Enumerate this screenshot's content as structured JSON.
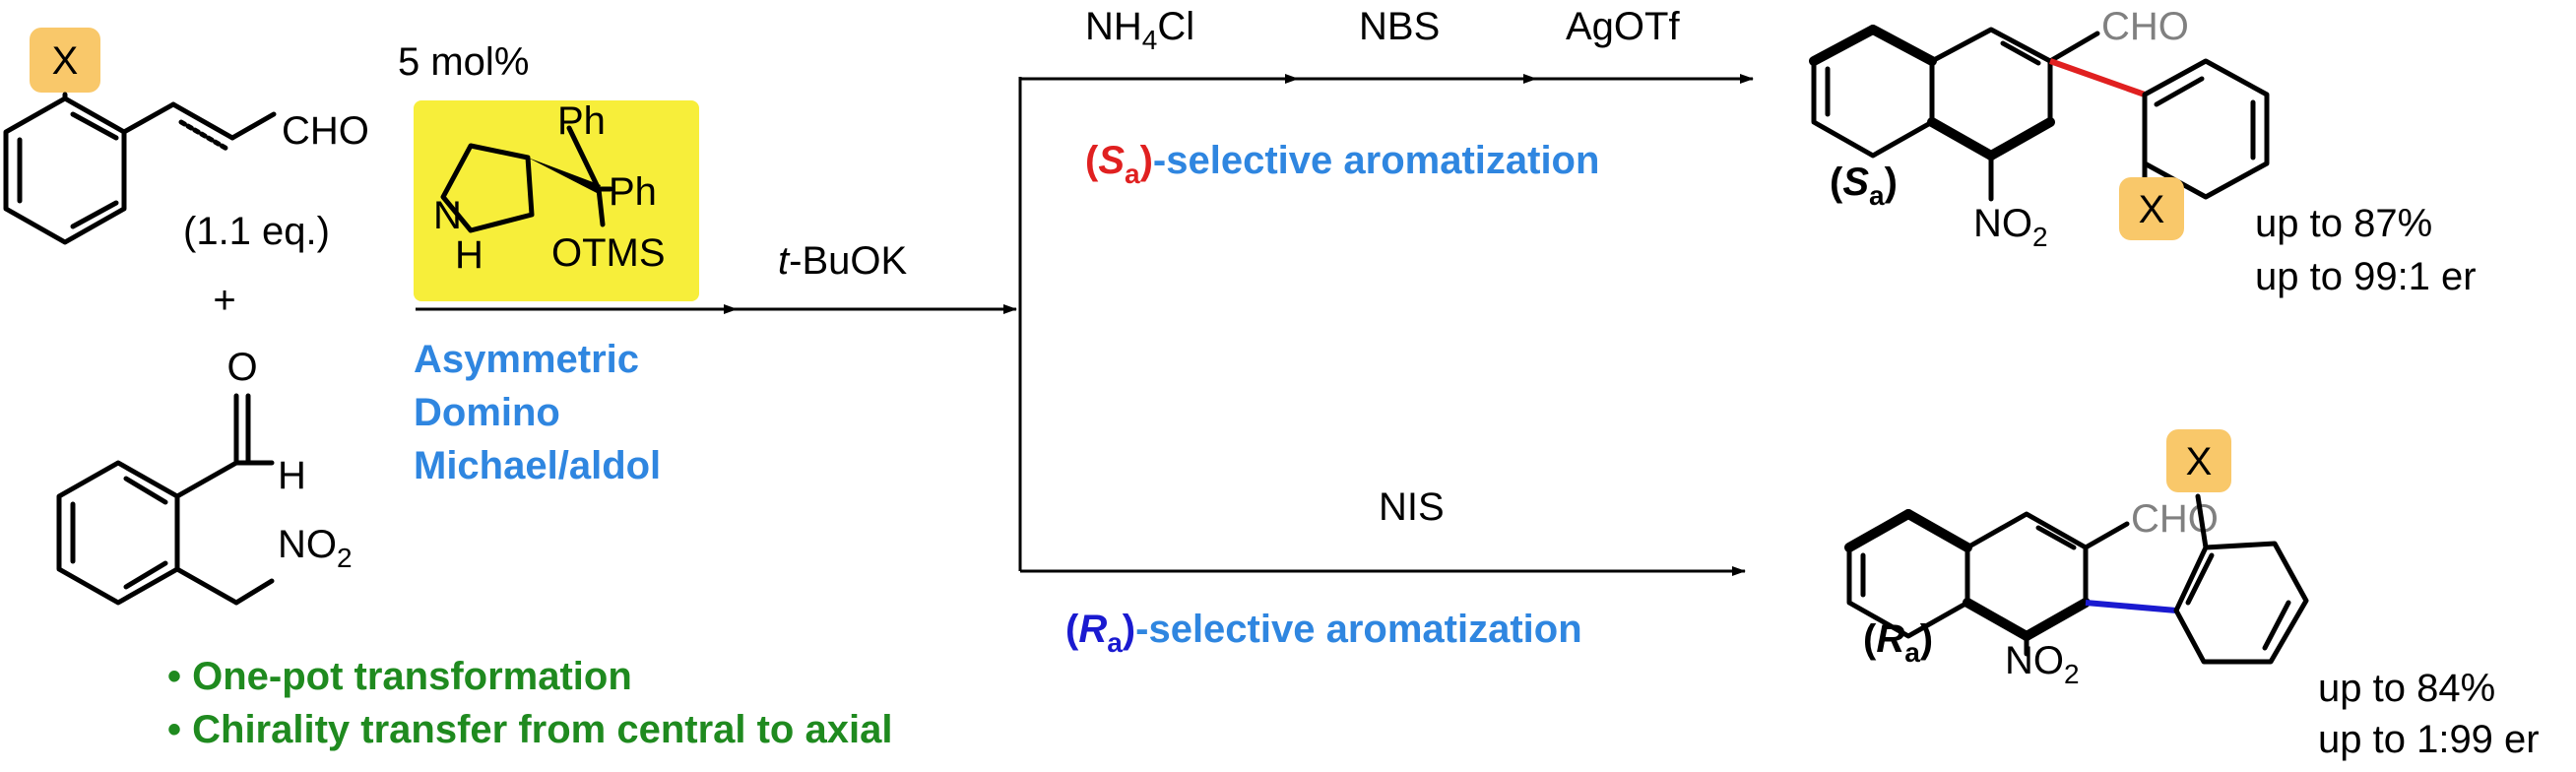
{
  "reactant1": {
    "substituent": "X",
    "aldehyde": "CHO",
    "equiv": "(1.1 eq.)"
  },
  "plus": "+",
  "reactant2": {
    "o": "O",
    "h": "H",
    "nitro": "NO",
    "nitro_sub": "2"
  },
  "catalyst": {
    "loading": "5 mol%",
    "ph1": "Ph",
    "ph2": "Ph",
    "n": "N",
    "h": "H",
    "otms": "OTMS",
    "highlight": "#f7ee3a"
  },
  "step1": {
    "line1": "Asymmetric",
    "line2": "Domino",
    "line3": "Michael/aldol"
  },
  "base": {
    "prefix": "t",
    "rest": "-BuOK"
  },
  "top_route": {
    "reagent1_main": "NH",
    "reagent1_sub": "4",
    "reagent1_tail": "Cl",
    "reagent2": "NBS",
    "reagent3": "AgOTf",
    "label_open": "(",
    "label_S": "S",
    "label_sub": "a",
    "label_close": ")",
    "label_rest": "-selective aromatization"
  },
  "bottom_route": {
    "reagent": "NIS",
    "label_open": "(",
    "label_R": "R",
    "label_sub": "a",
    "label_close": ")",
    "label_rest": "-selective aromatization"
  },
  "product_top": {
    "cho": "CHO",
    "nitro": "NO",
    "nitro_sub": "2",
    "x": "X",
    "config_open": "(",
    "config": "S",
    "config_sub": "a",
    "config_close": ")",
    "yield": "up to 87%",
    "er": "up to 99:1 er"
  },
  "product_bottom": {
    "cho": "CHO",
    "nitro": "NO",
    "nitro_sub": "2",
    "x": "X",
    "config_open": "(",
    "config": "R",
    "config_sub": "a",
    "config_close": ")",
    "yield": "up to 84%",
    "er": "up to 1:99 er"
  },
  "bullets": {
    "b1": "• One-pot transformation",
    "b2": "• Chirality transfer from central to axial"
  },
  "colors": {
    "blue_text": "#2f86e0",
    "green_text": "#1f8a1f",
    "sa_red": "#e02020",
    "ra_blue": "#1a1ad0",
    "x_box": "#f9c86a"
  }
}
